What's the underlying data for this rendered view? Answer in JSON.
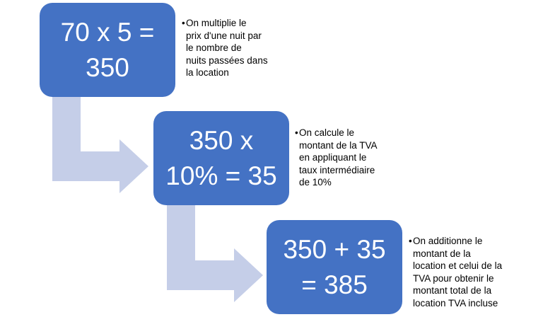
{
  "steps": [
    {
      "equation_lines": [
        "70 x 5 =",
        "350"
      ],
      "note_lines": [
        "On multiplie le",
        "prix d'une nuit par",
        "le nombre de",
        "nuits passées dans",
        "la location"
      ]
    },
    {
      "equation_lines": [
        "350 x",
        "10% = 35"
      ],
      "note_lines": [
        "On calcule le",
        "montant de la TVA",
        "en appliquant le",
        "taux intermédiaire",
        "de 10%"
      ]
    },
    {
      "equation_lines": [
        "350 + 35",
        "= 385"
      ],
      "note_lines": [
        "On additionne le",
        "montant de la",
        "location et celui de la",
        "TVA pour obtenir le",
        "montant total de la",
        "location TVA incluse"
      ]
    }
  ],
  "colors": {
    "box_fill": "#4472c4",
    "box_text": "#ffffff",
    "arrow_fill": "#c5cee8",
    "note_text": "#000000"
  },
  "bullet_glyph": "•"
}
